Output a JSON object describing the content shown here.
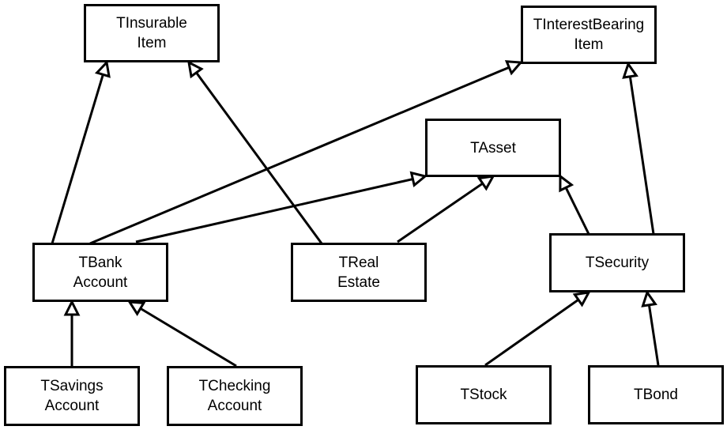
{
  "classes": {
    "insurable_item": "TInsurable\nItem",
    "interest_bearing_item": "TInterestBearing\nItem",
    "asset": "TAsset",
    "bank_account": "TBank\nAccount",
    "real_estate": "TReal\nEstate",
    "security": "TSecurity",
    "savings_account": "TSavings\nAccount",
    "checking_account": "TChecking\nAccount",
    "stock": "TStock",
    "bond": "TBond"
  },
  "inheritance": [
    {
      "child": "bank_account",
      "parent": "insurable_item"
    },
    {
      "child": "bank_account",
      "parent": "interest_bearing_item"
    },
    {
      "child": "bank_account",
      "parent": "asset"
    },
    {
      "child": "real_estate",
      "parent": "insurable_item"
    },
    {
      "child": "real_estate",
      "parent": "asset"
    },
    {
      "child": "security",
      "parent": "asset"
    },
    {
      "child": "security",
      "parent": "interest_bearing_item"
    },
    {
      "child": "savings_account",
      "parent": "bank_account"
    },
    {
      "child": "checking_account",
      "parent": "bank_account"
    },
    {
      "child": "stock",
      "parent": "security"
    },
    {
      "child": "bond",
      "parent": "security"
    }
  ],
  "colors": {
    "line": "#000000",
    "box_fill": "#ffffff",
    "text": "#000000"
  }
}
